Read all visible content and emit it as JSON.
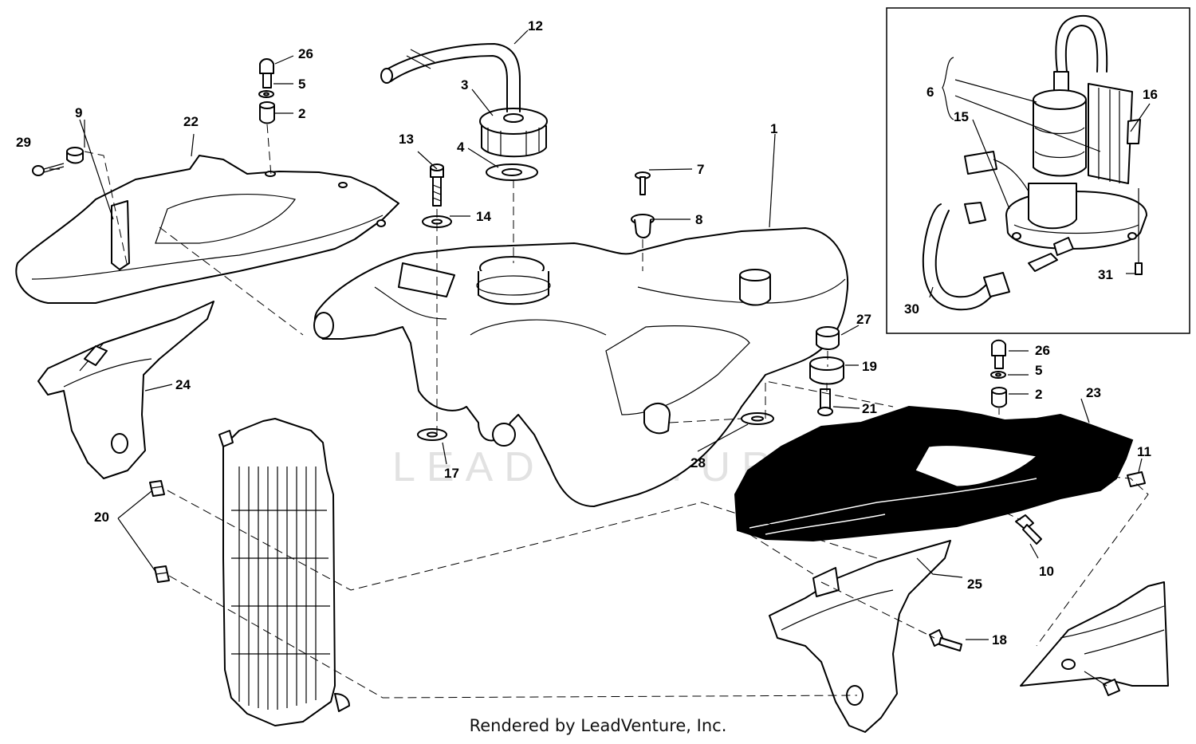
{
  "watermark": "LEADVENTURE",
  "footer": {
    "credit": "Rendered by LeadVenture, Inc."
  },
  "callouts": {
    "c1": "1",
    "c2a": "2",
    "c2b": "2",
    "c3": "3",
    "c4": "4",
    "c5a": "5",
    "c5b": "5",
    "c6": "6",
    "c7": "7",
    "c8": "8",
    "c9": "9",
    "c10": "10",
    "c11": "11",
    "c12": "12",
    "c13": "13",
    "c14": "14",
    "c15": "15",
    "c16": "16",
    "c17": "17",
    "c18": "18",
    "c19": "19",
    "c20": "20",
    "c21": "21",
    "c22": "22",
    "c23": "23",
    "c24": "24",
    "c25": "25",
    "c26a": "26",
    "c26b": "26",
    "c27": "27",
    "c28": "28",
    "c29": "29",
    "c30": "30",
    "c31": "31"
  }
}
